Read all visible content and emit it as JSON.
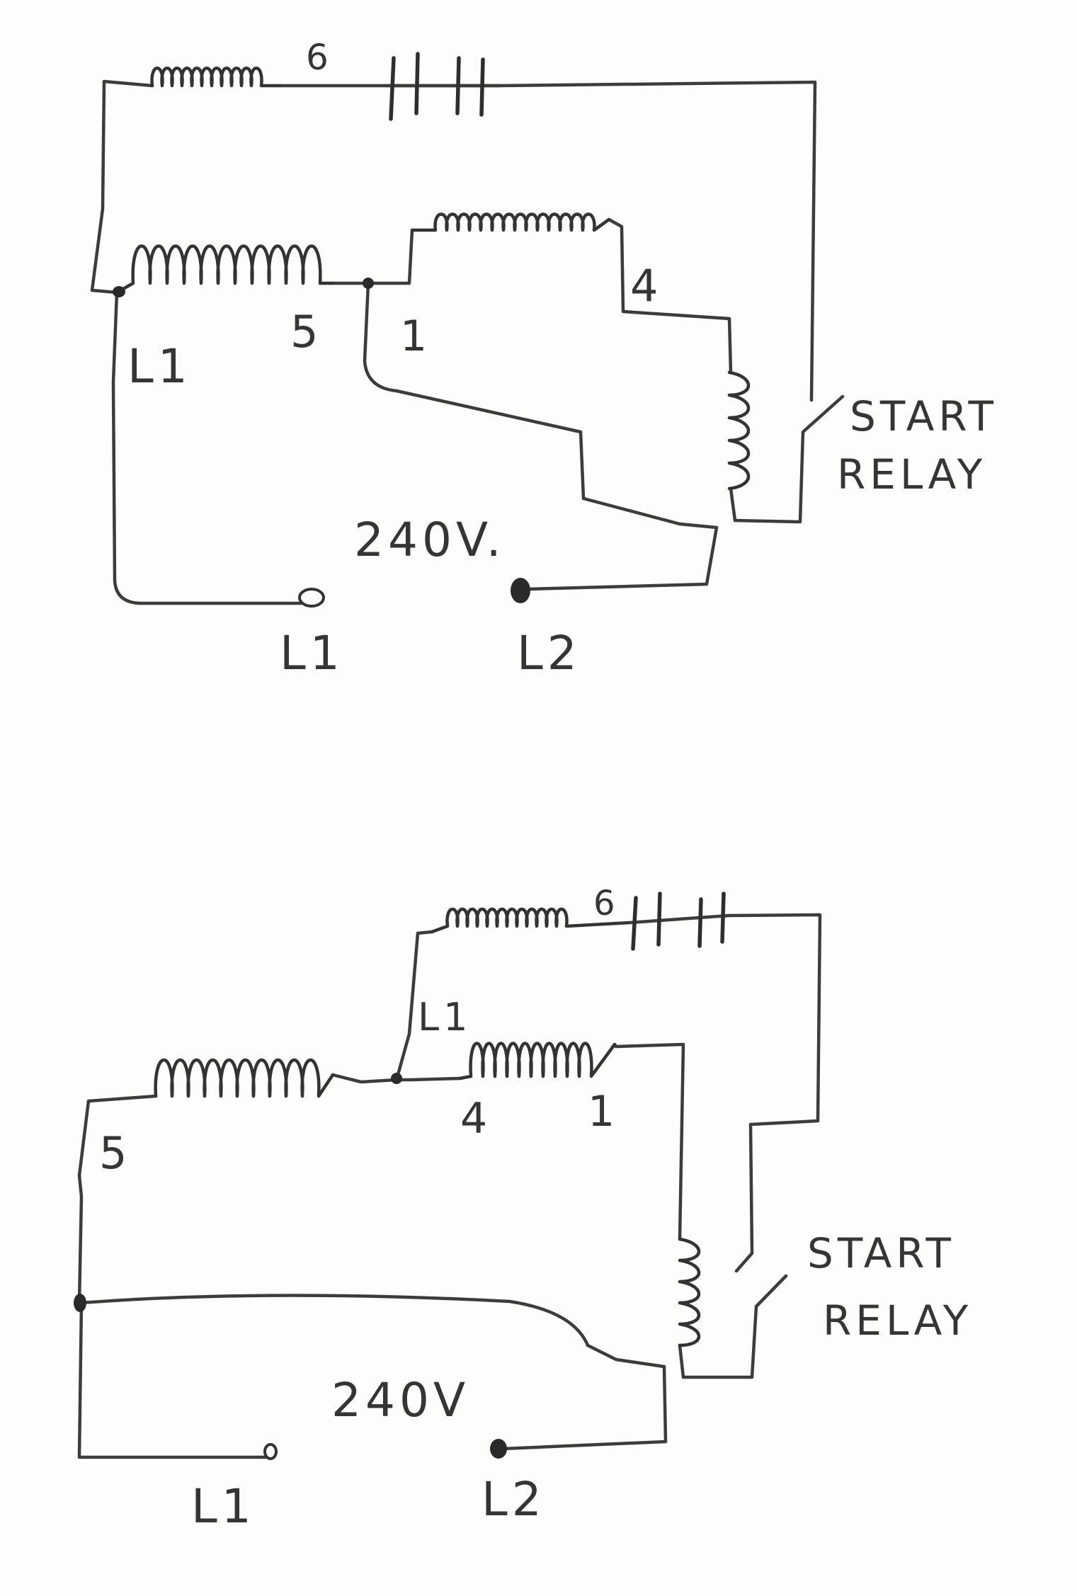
{
  "diagrams": [
    {
      "labels": {
        "l1_winding": "L1",
        "t5": "5",
        "t1": "1",
        "t4": "4",
        "t6": "6",
        "voltage": "240V.",
        "line1": "L1",
        "line2": "L2",
        "relay_line1": "START",
        "relay_line2": "RELAY"
      }
    },
    {
      "labels": {
        "t5": "5",
        "t4": "4",
        "t1": "1",
        "t6": "6",
        "l1_tap": "L1",
        "voltage": "240V",
        "line1": "L1",
        "line2": "L2",
        "relay_line1": "START",
        "relay_line2": "RELAY"
      }
    }
  ]
}
